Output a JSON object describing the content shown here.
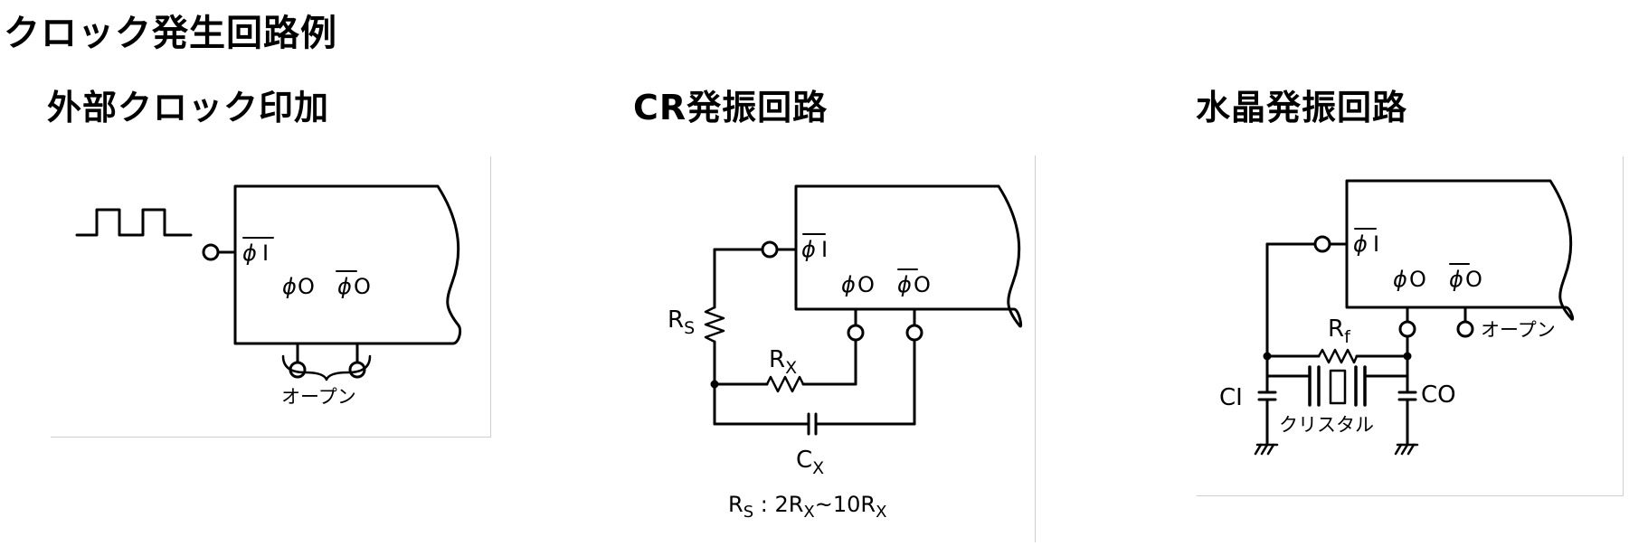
{
  "page_title": "クロック発生回路例",
  "sections": [
    {
      "heading": "外部クロック印加",
      "pin_in": "I",
      "pin_out1": "O",
      "pin_out2": "O",
      "open_label": "オープン"
    },
    {
      "heading": "CR発振回路",
      "pin_in": "I",
      "pin_out1": "O",
      "pin_out2": "O",
      "rs_main": "R",
      "rs_sub": "S",
      "rx_main": "R",
      "rx_sub": "X",
      "cx_main": "C",
      "cx_sub": "X",
      "cond_r1": "R",
      "cond_s": "S",
      "cond_sep": " : 2R",
      "cond_x1": "X",
      "cond_mid": "~10R",
      "cond_x2": "X"
    },
    {
      "heading": "水晶発振回路",
      "pin_in": "I",
      "pin_out1": "O",
      "pin_out2": "O",
      "open_label": "オープン",
      "rf_main": "R",
      "rf_sub": "f",
      "ci_label": "CI",
      "co_label": "CO",
      "crystal_label": "クリスタル"
    }
  ]
}
